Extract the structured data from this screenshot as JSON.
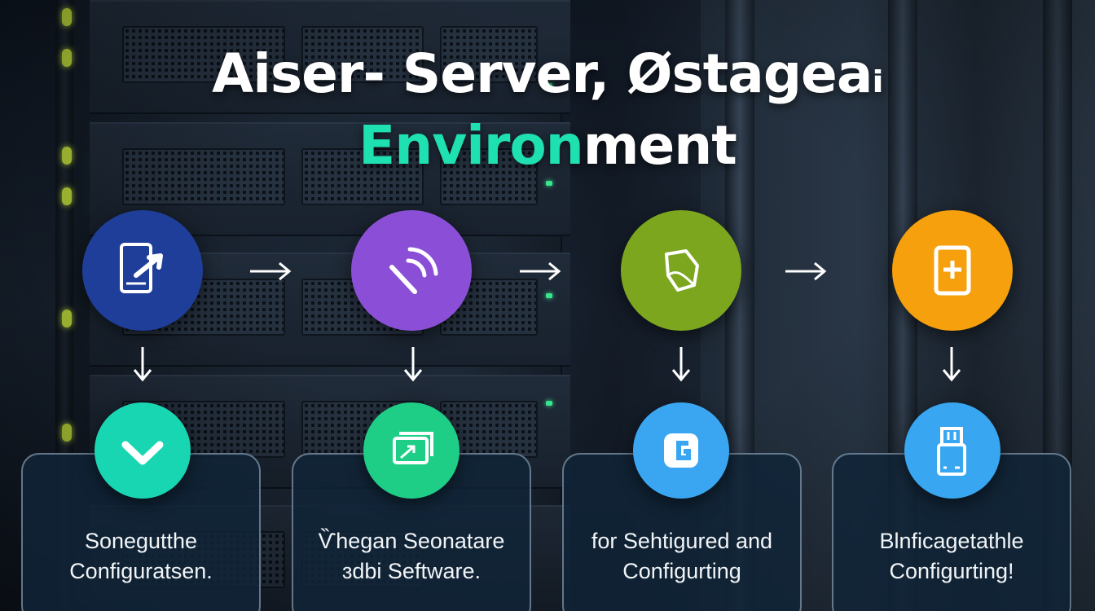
{
  "title": {
    "line1": "Aiser- Server, Østageaᵢ",
    "line2_highlight": "Environ",
    "line2_rest": "ment"
  },
  "colors": {
    "title_accent": "#1fe0b0",
    "node1_top": "#1f3e9a",
    "node2_top": "#8a4fd6",
    "node3_top": "#7da61f",
    "node4_top": "#f5a00c",
    "node1_bottom": "#19d6b2",
    "node2_bottom": "#1fce86",
    "node3_bottom": "#3aa6f2",
    "node4_bottom": "#38a6f0"
  },
  "steps": [
    {
      "top_icon": "tablet-cursor-icon",
      "bottom_icon": "checkmark-icon",
      "line1": "Sonegutthe",
      "line2": "Configuratsen."
    },
    {
      "top_icon": "signal-wave-icon",
      "bottom_icon": "window-arrow-icon",
      "line1": "Ѷhegan Seonatare",
      "line2": "ɜdbi Seftware."
    },
    {
      "top_icon": "leaf-document-icon",
      "bottom_icon": "letter-c-icon",
      "line1": "for Sehtigured and",
      "line2": "Configurting"
    },
    {
      "top_icon": "plus-device-icon",
      "bottom_icon": "usb-drive-icon",
      "line1": "Blnficagetathle",
      "line2": "Configurting!"
    }
  ]
}
